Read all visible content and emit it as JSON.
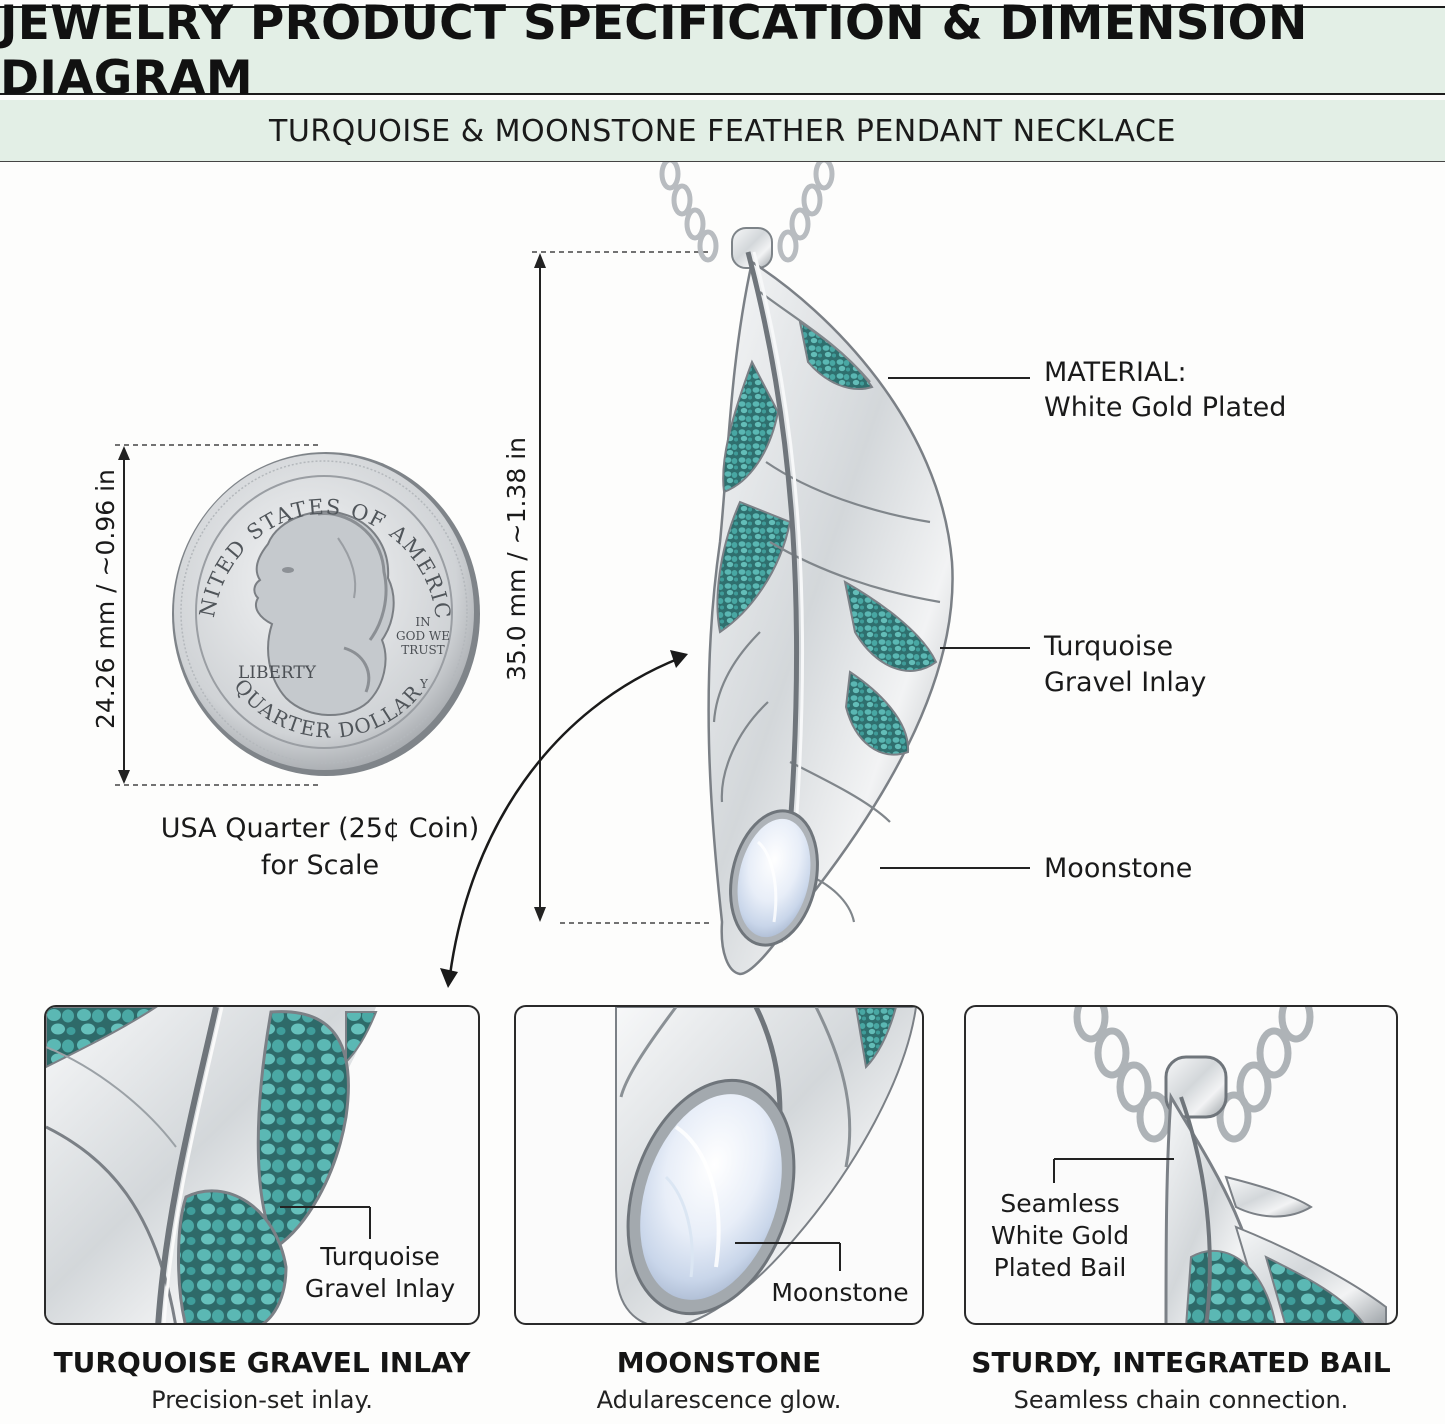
{
  "header": {
    "title": "JEWELRY PRODUCT SPECIFICATION & DIMENSION DIAGRAM",
    "subtitle": "TURQUOISE & MOONSTONE FEATHER PENDANT NECKLACE"
  },
  "coin": {
    "rim_text_top": "UNITED STATES OF AMERICA",
    "rim_text_bottom": "QUARTER DOLLAR",
    "liberty": "LIBERTY",
    "motto_line1": "IN",
    "motto_line2": "GOD WE",
    "motto_line3": "TRUST",
    "mint_mark": "Y",
    "dimension": "24.26 mm / ~0.96 in",
    "caption_line1": "USA Quarter (25¢ Coin)",
    "caption_line2": "for Scale"
  },
  "pendant": {
    "dimension": "35.0 mm / ~1.38 in",
    "callouts": {
      "material_line1": "MATERIAL:",
      "material_line2": "White Gold Plated",
      "turquoise_line1": "Turquoise",
      "turquoise_line2": "Gravel Inlay",
      "moonstone": "Moonstone"
    }
  },
  "details": [
    {
      "callout_line1": "Turquoise",
      "callout_line2": "Gravel Inlay",
      "title": "TURQUOISE GRAVEL INLAY",
      "description": "Precision-set inlay."
    },
    {
      "callout_line1": "Moonstone",
      "title": "MOONSTONE",
      "description": "Adularescence glow."
    },
    {
      "callout_line1": "Seamless",
      "callout_line2": "White Gold",
      "callout_line3": "Plated Bail",
      "title": "STURDY, INTEGRATED BAIL",
      "description": "Seamless chain connection."
    }
  ],
  "colors": {
    "header_band": "#e3efe6",
    "turquoise": "#4fa9a6",
    "silver": "#d9dcde",
    "moonstone": "#eef2f8"
  }
}
